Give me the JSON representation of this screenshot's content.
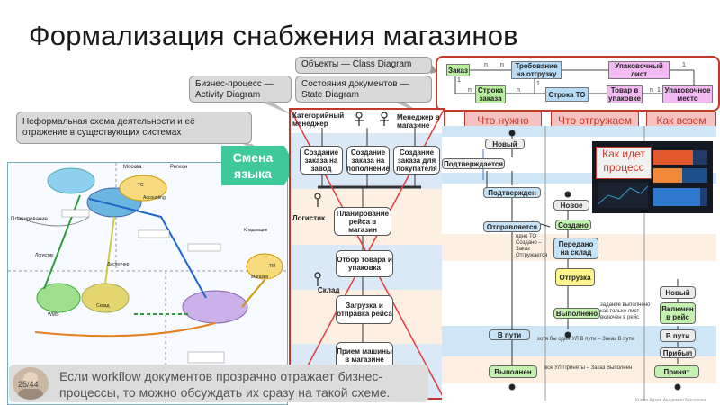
{
  "slide": {
    "title": "Формализация снабжения магазинов",
    "page_number": "25/44",
    "footer_text_line1": "Если workflow документов прозрачно отражает бизнес-",
    "footer_text_line2": "процессы, то можно обсуждать их сразу на такой схеме.",
    "credit": "Копия Архив Академия Миссиона"
  },
  "callouts": {
    "class_diagram": "Объекты — Class Diagram",
    "state_diagram_line1": "Состояния документов —",
    "state_diagram_line2": "State Diagram",
    "activity_line1": "Бизнес-процесс —",
    "activity_line2": "Activity Diagram",
    "informal_line1": "Неформальная схема деятельности и её",
    "informal_line2": "отражение в существующих системах",
    "smena_line1": "Смена",
    "smena_line2": "языка",
    "what_needed": "Что нужно",
    "what_shipped": "Что отгружаем",
    "how_carry": "Как везем",
    "how_line1": "Как идет",
    "how_line2": "процесс"
  },
  "class_diagram": {
    "order": "Заказ",
    "requirement": "Требование на отгрузку",
    "packing_list": "Упаковочный лист",
    "order_line": "Строка заказа",
    "to_line": "Строка ТО",
    "goods_in_pack": "Товар в упаковке",
    "pack_place": "Упаковочное место",
    "mult_n": "n",
    "mult_1": "1"
  },
  "process": {
    "actor_manager": "Категорийный менеджер",
    "actor_store_manager": "Менеджер в магазине",
    "actor_logist": "Логистик",
    "actor_warehouse": "Склад",
    "create_plant": "Создание заказа на завод",
    "create_replenish": "Создание заказа на пополнение",
    "create_buyer": "Создание заказа для покупателя",
    "plan_trips": "Планирование рейса в магазин",
    "select_goods": "Отбор товара и упаковка",
    "load_ship": "Загрузка и отправка рейса",
    "receive_car": "Прием машины в магазине"
  },
  "states": {
    "new1": "Новый",
    "confirming": "Подтверждается",
    "confirmed": "Подтвержден",
    "sent": "Отправляется",
    "created": "Создано",
    "new2": "Новое",
    "handed": "Передано на склад",
    "shipping": "Отгрузка",
    "done_short": "Выполнено",
    "in_transit": "В пути",
    "executed": "Выполнен",
    "new3": "Новый",
    "in_trip": "Включен в рейс",
    "in_path": "В пути",
    "arrived": "Прибыл",
    "accepted": "Принят",
    "note1_l1": "одно ТО",
    "note1_l2": "Создано –",
    "note1_l3": "Заказ",
    "note1_l4": "Отгружается",
    "note2_l1": "задание выполнено",
    "note2_l2": "как только лист",
    "note2_l3": "включен в рейс",
    "note3": "хотя бы один УЛ В пути – Заказ В пути",
    "note4": "все УЛ Приняты – Заказ Выполнен"
  },
  "left_diagram": {
    "label_1": "Москва",
    "label_2": "Регион",
    "label_3": "TC",
    "label_4": "Accounting",
    "label_5": "Планирование",
    "label_6": "Логистик",
    "label_7": "Диспетчер",
    "label_8": "Кладовщик",
    "label_9": "Магазин",
    "label_10": "Склад",
    "label_11": "WMS",
    "label_12": "TM"
  },
  "colors": {
    "accent_red": "#c0392b",
    "smena_green": "#3fc99a",
    "state_green": "#c4f0b0",
    "state_blue": "#c6e3f7",
    "state_yellow": "#fff58a",
    "class_pink": "#f2b9f2"
  }
}
